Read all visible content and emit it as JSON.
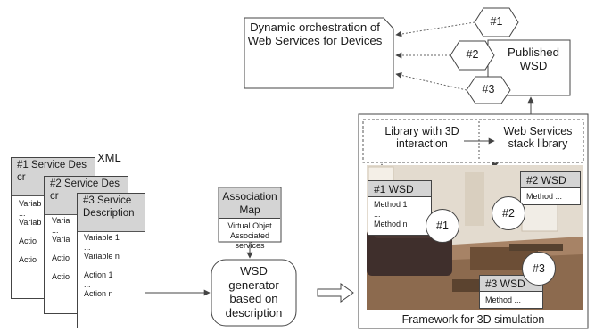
{
  "orchestration": {
    "text": "Dynamic orchestration of Web Services for Devices"
  },
  "published": {
    "text": "Published WSD"
  },
  "hex_labels": [
    "#1",
    "#2",
    "#3"
  ],
  "xml_label": "XML",
  "cards": [
    {
      "title": "#1 Service Descr",
      "lines": [
        "Variab",
        "...",
        "Variab",
        "",
        "Actio",
        "...",
        "Actio"
      ]
    },
    {
      "title": "#2 Service Descr",
      "lines": [
        "Varia",
        "...",
        "Varia",
        "",
        "Actio",
        "...",
        "Actio"
      ]
    },
    {
      "title": "#3 Service Description",
      "lines": [
        "Variable 1",
        "...",
        "Variable n",
        "",
        "Action 1",
        "...",
        "Action n"
      ]
    }
  ],
  "association": {
    "title": "Association Map",
    "body": [
      "Virtual Objet",
      "Associated",
      "services"
    ]
  },
  "generator": {
    "text": "WSD generator based on description"
  },
  "library_3d": {
    "text": "Library with 3D interaction"
  },
  "ws_stack": {
    "text": "Web Services stack library"
  },
  "framework_label": "Framework for 3D simulation",
  "wsd_cards": [
    {
      "title": "#1 WSD",
      "body": [
        "Method 1",
        "...",
        "Method n"
      ]
    },
    {
      "title": "#2 WSD",
      "body": [
        "Method ..."
      ]
    },
    {
      "title": "#3 WSD",
      "body": [
        "Method ..."
      ]
    }
  ],
  "circles": [
    "#1",
    "#2",
    "#3"
  ],
  "colors": {
    "line": "#444444",
    "card_title": "#d4d4d4",
    "dashed": "#555555"
  }
}
